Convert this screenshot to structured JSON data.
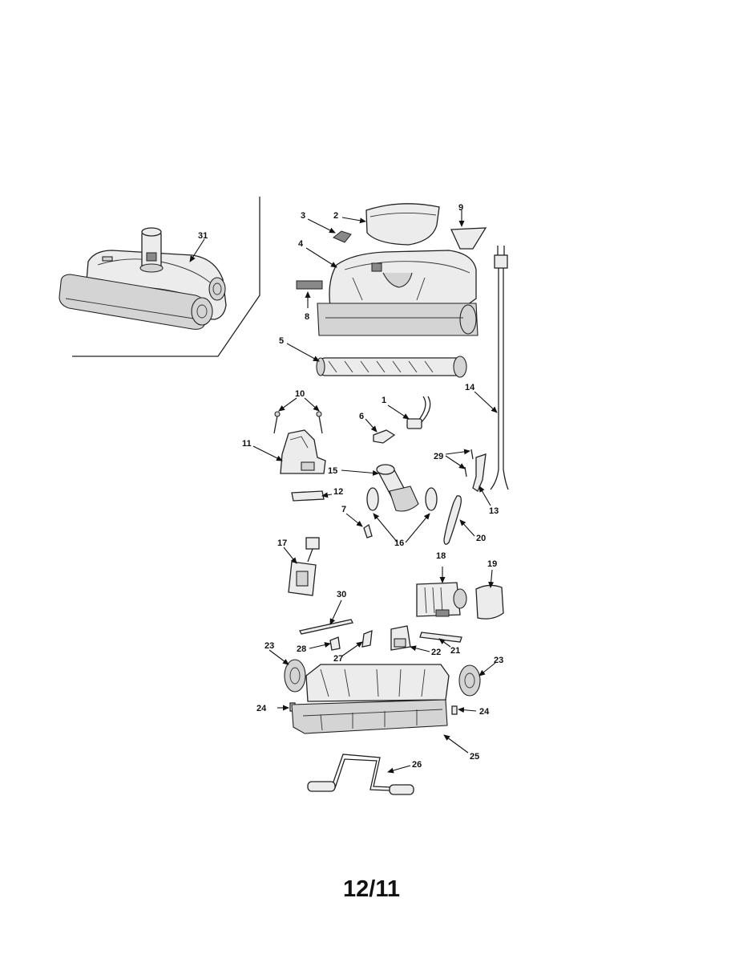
{
  "page_number": "12/11",
  "callouts": {
    "c1": "1",
    "c2": "2",
    "c3": "3",
    "c4": "4",
    "c5": "5",
    "c6": "6",
    "c7": "7",
    "c8": "8",
    "c9": "9",
    "c10": "10",
    "c11": "11",
    "c12": "12",
    "c13": "13",
    "c14": "14",
    "c15": "15",
    "c16": "16",
    "c17": "17",
    "c18": "18",
    "c19": "19",
    "c20": "20",
    "c21": "21",
    "c22": "22",
    "c23a": "23",
    "c23b": "23",
    "c24a": "24",
    "c24b": "24",
    "c25": "25",
    "c26": "26",
    "c27": "27",
    "c28": "28",
    "c29": "29",
    "c30": "30",
    "c31": "31"
  }
}
